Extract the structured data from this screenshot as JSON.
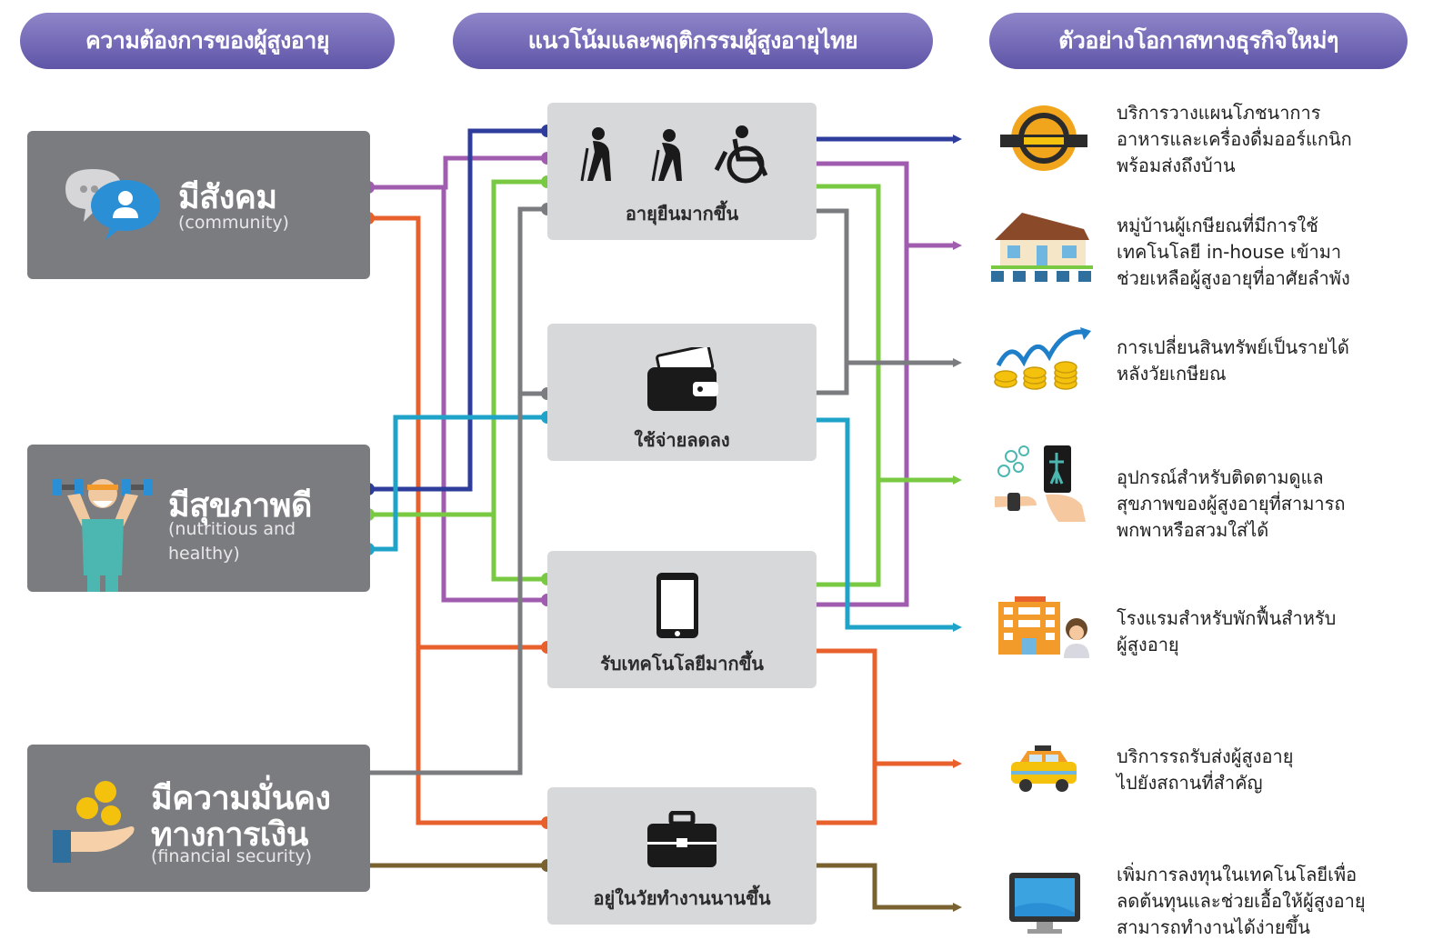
{
  "headers": {
    "needs": "ความต้องการของผู้สูงอายุ",
    "trends": "แนวโน้มและพฤติกรรมผู้สูงอายุไทย",
    "opportunities": "ตัวอย่างโอกาสทางธุรกิจใหม่ๆ"
  },
  "needs": [
    {
      "title": "มีสังคม",
      "subtitle": "(community)",
      "icon": "chat-people-icon"
    },
    {
      "title": "มีสุขภาพดี",
      "subtitle_line1": "(nutritious and",
      "subtitle_line2": "healthy)",
      "icon": "elderly-dumbbell-icon"
    },
    {
      "title_line1": "มีความมั่นคง",
      "title_line2": "ทางการเงิน",
      "subtitle": "(financial security)",
      "icon": "coins-hand-icon"
    }
  ],
  "trends": [
    {
      "label": "อายุยืนมากขึ้น",
      "icon": "elderly-cane-wheelchair-icon"
    },
    {
      "label": "ใช้จ่ายลดลง",
      "icon": "wallet-icon"
    },
    {
      "label": "รับเทคโนโลยีมากขึ้น",
      "icon": "smartphone-icon"
    },
    {
      "label": "อยู่ในวัยทำงานนานขึ้น",
      "icon": "briefcase-icon"
    }
  ],
  "opportunities": [
    {
      "line1": "บริการวางแผนโภชนาการ",
      "line2": "อาหารและเครื่องดื่มออร์แกนิก",
      "line3": "พร้อมส่งถึงบ้าน",
      "icon": "organic-badge-icon",
      "arrow_color": "#2e3d9c"
    },
    {
      "line1": "หมู่บ้านผู้เกษียณที่มีการใช้",
      "line2": "เทคโนโลยี in-house เข้ามา",
      "line3": "ช่วยเหลือผู้สูงอายุที่อาศัยลำพัง",
      "icon": "house-icon",
      "arrow_color": "#a05db0"
    },
    {
      "line1": "การเปลี่ยนสินทรัพย์เป็นรายได้",
      "line2": "หลังวัยเกษียณ",
      "icon": "coins-growth-icon",
      "arrow_color": "#7b7c80"
    },
    {
      "line1": "อุปกรณ์สำหรับติดตามดูแล",
      "line2": "สุขภาพของผู้สูงอายุที่สามารถ",
      "line3": "พกพาหรือสวมใส่ได้",
      "icon": "wearable-health-icon",
      "arrow_color": "#7ac943"
    },
    {
      "line1": "โรงแรมสำหรับพักฟื้นสำหรับ",
      "line2": "ผู้สูงอายุ",
      "icon": "hotel-icon",
      "arrow_color": "#1fa3c9"
    },
    {
      "line1": "บริการรถรับส่งผู้สูงอายุ",
      "line2": "ไปยังสถานที่สำคัญ",
      "icon": "taxi-icon",
      "arrow_color": "#e8612c"
    },
    {
      "line1": "เพิ่มการลงทุนในเทคโนโลยีเพื่อ",
      "line2": "ลดต้นทุนและช่วยเอื้อให้ผู้สูงอายุ",
      "line3": "สามารถทำงานได้ง่ายขึ้น",
      "icon": "monitor-icon",
      "arrow_color": "#7a6230"
    }
  ],
  "colors": {
    "navy": "#2e3d9c",
    "purple": "#a05db0",
    "green": "#7ac943",
    "gray": "#7b7c80",
    "blue": "#1fa3c9",
    "orange": "#e8612c",
    "brown": "#7a6230"
  }
}
